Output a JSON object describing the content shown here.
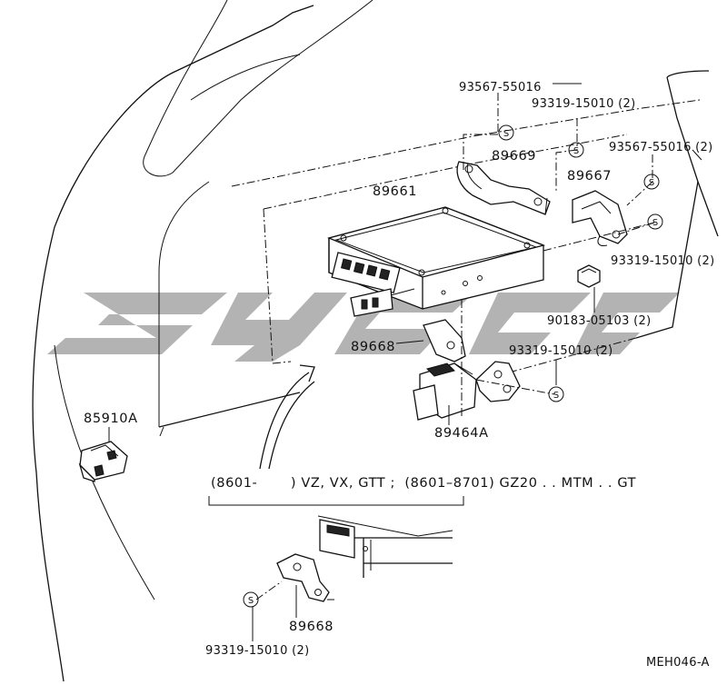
{
  "labels": {
    "p93567_top": "93567-55016",
    "p93319_top": "93319-15010 (2)",
    "p89669": "89669",
    "p89667": "89667",
    "p93567_right": "93567-55016 (2)",
    "p89661": "89661",
    "p93319_right": "93319-15010 (2)",
    "p90183": "90183-05103 (2)",
    "p89668": "89668",
    "p93319_mid": "93319-15010 (2)",
    "p89464a": "89464A",
    "p85910a": "85910A",
    "applicability": "(8601-       ) VZ, VX, GTT ;  (8601–8701) GZ20 . . MTM . . GT",
    "p89668_inset": "89668",
    "p93319_inset": "93319-15010 (2)",
    "diagram_code": "MEH046-A"
  },
  "s_marker": "S",
  "icons": {
    "ecu": "engine-computer-icon",
    "bracket": "bracket-icon",
    "connector": "connector-icon",
    "sensor": "pressure-sensor-icon",
    "relay": "relay-icon",
    "nut": "nut-icon"
  }
}
